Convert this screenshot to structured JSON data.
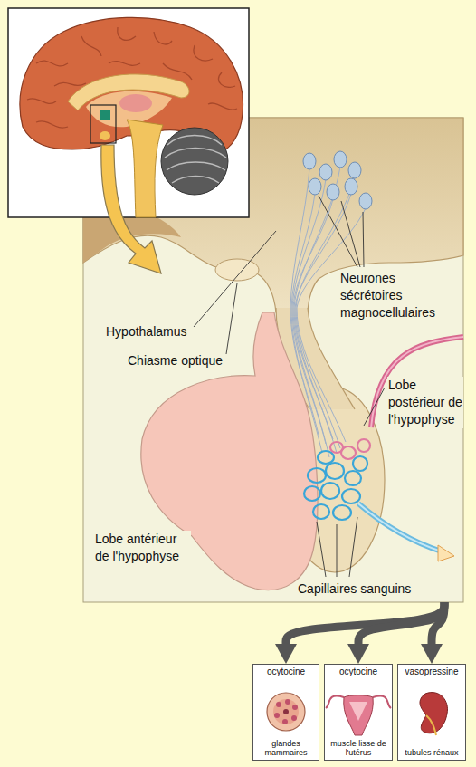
{
  "diagram": {
    "nodes": [
      {
        "text": [
          "Neurones sécrétoires magnocellulaires",
          "Hypothalamus",
          "Chiasme optique",
          "Lobe postérieur de l'hypophyse",
          "Lobe antérieur de l'hypophyse",
          "Capillaires sanguins"
        ]
      },
      {
        "text": [
          "ocytocine",
          "glandes mammaires"
        ]
      },
      {
        "text": [
          "ocytocine",
          "muscle lisse de l'utérus"
        ]
      },
      {
        "text": [
          "vasopressine",
          "tubules rénaux"
        ]
      }
    ],
    "edges": [
      {
        "from": 0,
        "to": 1,
        "arrow": "to"
      },
      {
        "from": 0,
        "to": 2,
        "arrow": "to"
      },
      {
        "from": 0,
        "to": 3,
        "arrow": "to"
      }
    ]
  }
}
